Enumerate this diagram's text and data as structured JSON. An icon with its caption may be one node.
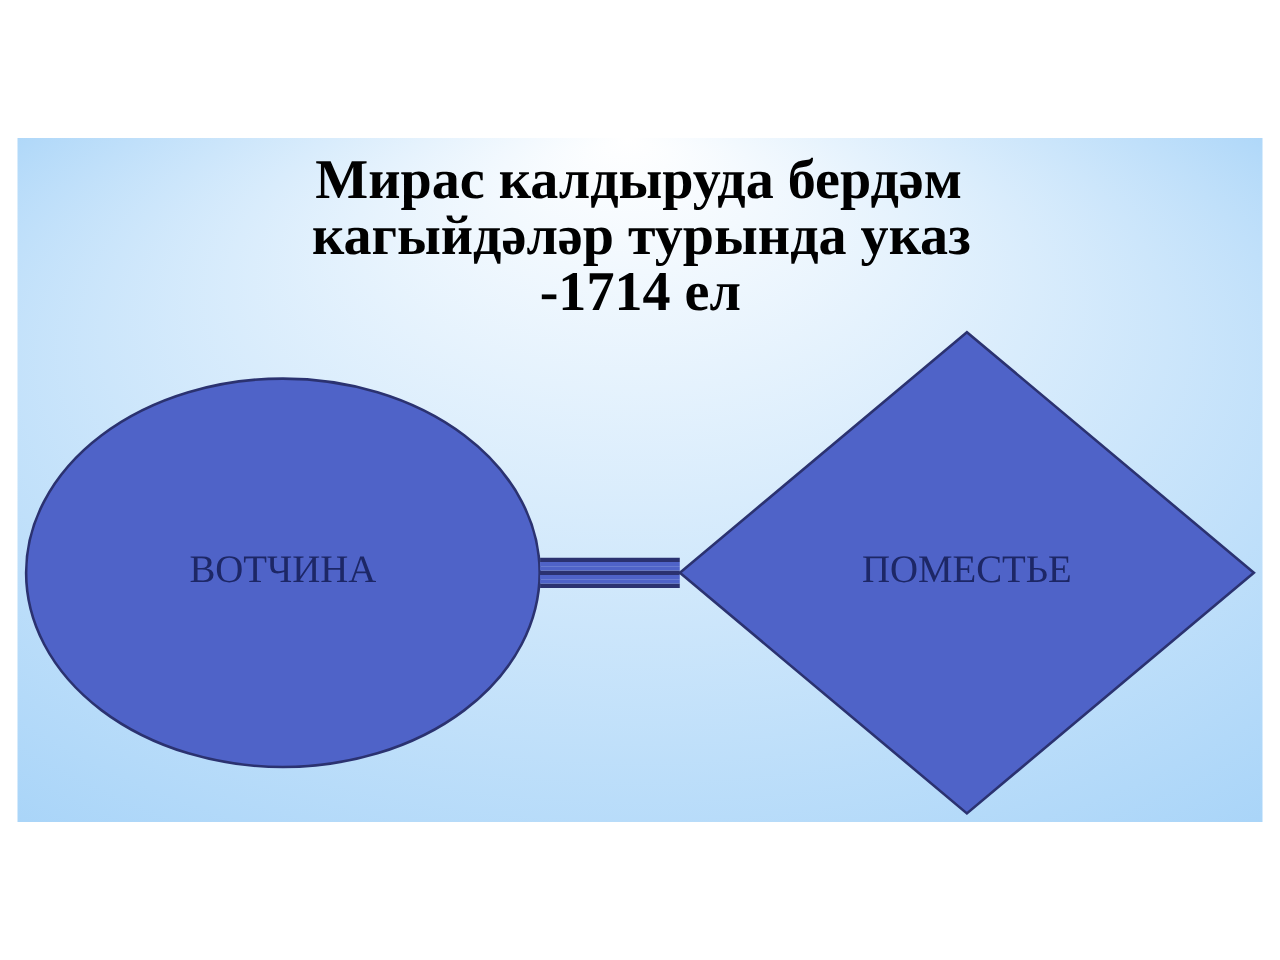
{
  "diagram": {
    "title": "Мирас калдыруда бердәм кагыйдәләр турында указ -1714 ел",
    "nodes": [
      {
        "text": [
          "ВОТЧИНА"
        ]
      },
      {
        "text": [
          "ПОМЕСТЬЕ"
        ]
      }
    ],
    "edges": [
      {
        "from": 0,
        "to": 1,
        "arrow": "none"
      }
    ]
  }
}
